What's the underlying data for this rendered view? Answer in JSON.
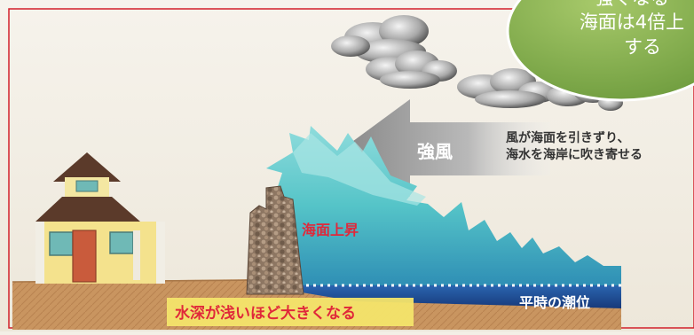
{
  "callout": {
    "line_partial": "強くなる",
    "line1": "海面は4倍上",
    "line2": "する"
  },
  "labels": {
    "strong_wind": "強風",
    "wind_note_line1": "風が海面を引きずり、",
    "wind_note_line2": "海水を海岸に吹き寄せる",
    "sea_rise": "海面上昇",
    "normal_tide": "平時の潮位",
    "shallow_note": "水深が浅いほど大きくなる"
  },
  "colors": {
    "frame": "#d2202a",
    "callout_fill": "#7fa84a",
    "sea_light": "#55c4c8",
    "sea_dark": "#1f4f9a",
    "sea_rise_text": "#e0283a",
    "ground": "#c9935a",
    "shallow_label_bg": "#f4e46a",
    "shallow_label_text": "#e0283a"
  }
}
